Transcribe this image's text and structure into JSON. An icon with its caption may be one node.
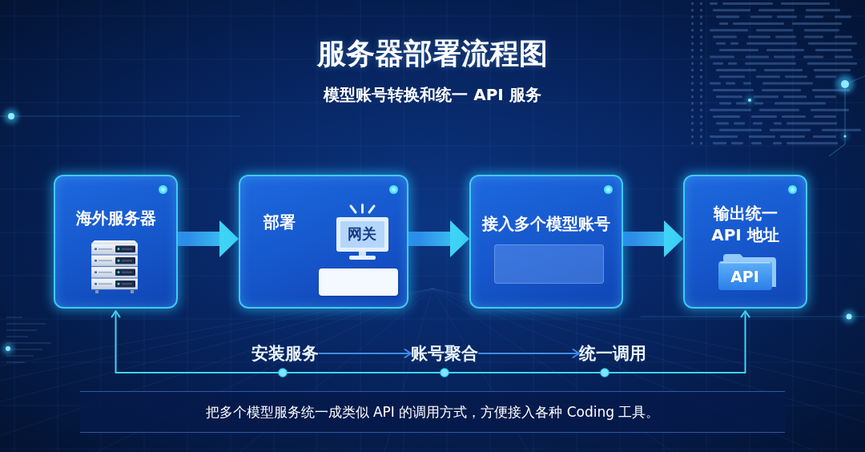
{
  "diagram": {
    "title": "服务器部署流程图",
    "caption": "把多个模型服务统一成类似 API 的调用方式，方便接入各种 Coding 工具。",
    "nodes": [
      {
        "text": [
          "海外服务器"
        ]
      },
      {
        "text": [
          "部署"
        ]
      },
      {
        "text": [],
        "shape": "box",
        "in": 1
      },
      {
        "text": [
          "接入多个模型账号"
        ]
      },
      {
        "text": [],
        "shape": "box",
        "in": 3
      },
      {
        "text": [
          "输出统一 API 地址"
        ]
      },
      {
        "text": [
          "安装服务"
        ]
      },
      {
        "text": [
          "账号聚合"
        ]
      },
      {
        "text": [
          "统一调用"
        ]
      }
    ],
    "edges": [
      {
        "from": 0,
        "to": 1,
        "arrow": "to",
        "style": "thick"
      },
      {
        "from": 1,
        "to": 3,
        "arrow": "to",
        "style": "thick"
      },
      {
        "from": 3,
        "to": 5,
        "arrow": "to",
        "style": "thick"
      },
      {
        "from": 0,
        "to": 5,
        "arrow": "both"
      },
      {
        "from": 6,
        "to": 7,
        "arrow": "to",
        "color": "#3d8cf2"
      },
      {
        "from": 7,
        "to": 8,
        "arrow": "to",
        "color": "#3d8cf2"
      }
    ],
    "labels": [
      "模型账号转换和统一 API 服务",
      "网关",
      "API"
    ]
  }
}
